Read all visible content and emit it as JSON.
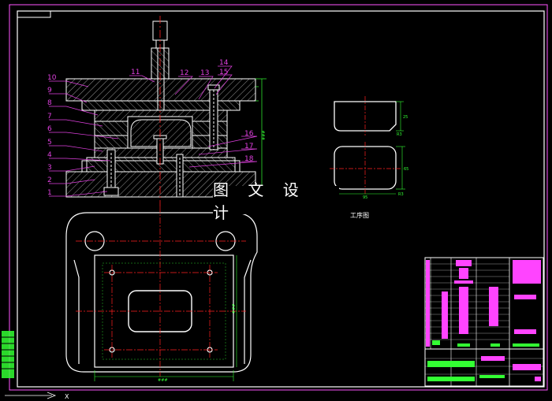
{
  "watermark": "图 文 设 计",
  "process_label": "工序图",
  "part_numbers_left": [
    "10",
    "9",
    "8",
    "7",
    "6",
    "5",
    "4",
    "3",
    "2",
    "1"
  ],
  "part_numbers_right": [
    "11",
    "12",
    "13",
    "14",
    "15",
    "16",
    "17",
    "18"
  ],
  "dims": {
    "plan_width": "###",
    "plan_height": "###",
    "top_height": "###",
    "part_h1": "25",
    "part_h2": "65",
    "part_w": "95",
    "radius1": "R3",
    "radius2": "R3"
  },
  "colors": {
    "frame": "#ff55ff",
    "outline": "#ffffff",
    "center": "#ff2020",
    "dimension": "#33ff33",
    "leader": "#e040e0",
    "hatch": "#c8c8c8"
  }
}
